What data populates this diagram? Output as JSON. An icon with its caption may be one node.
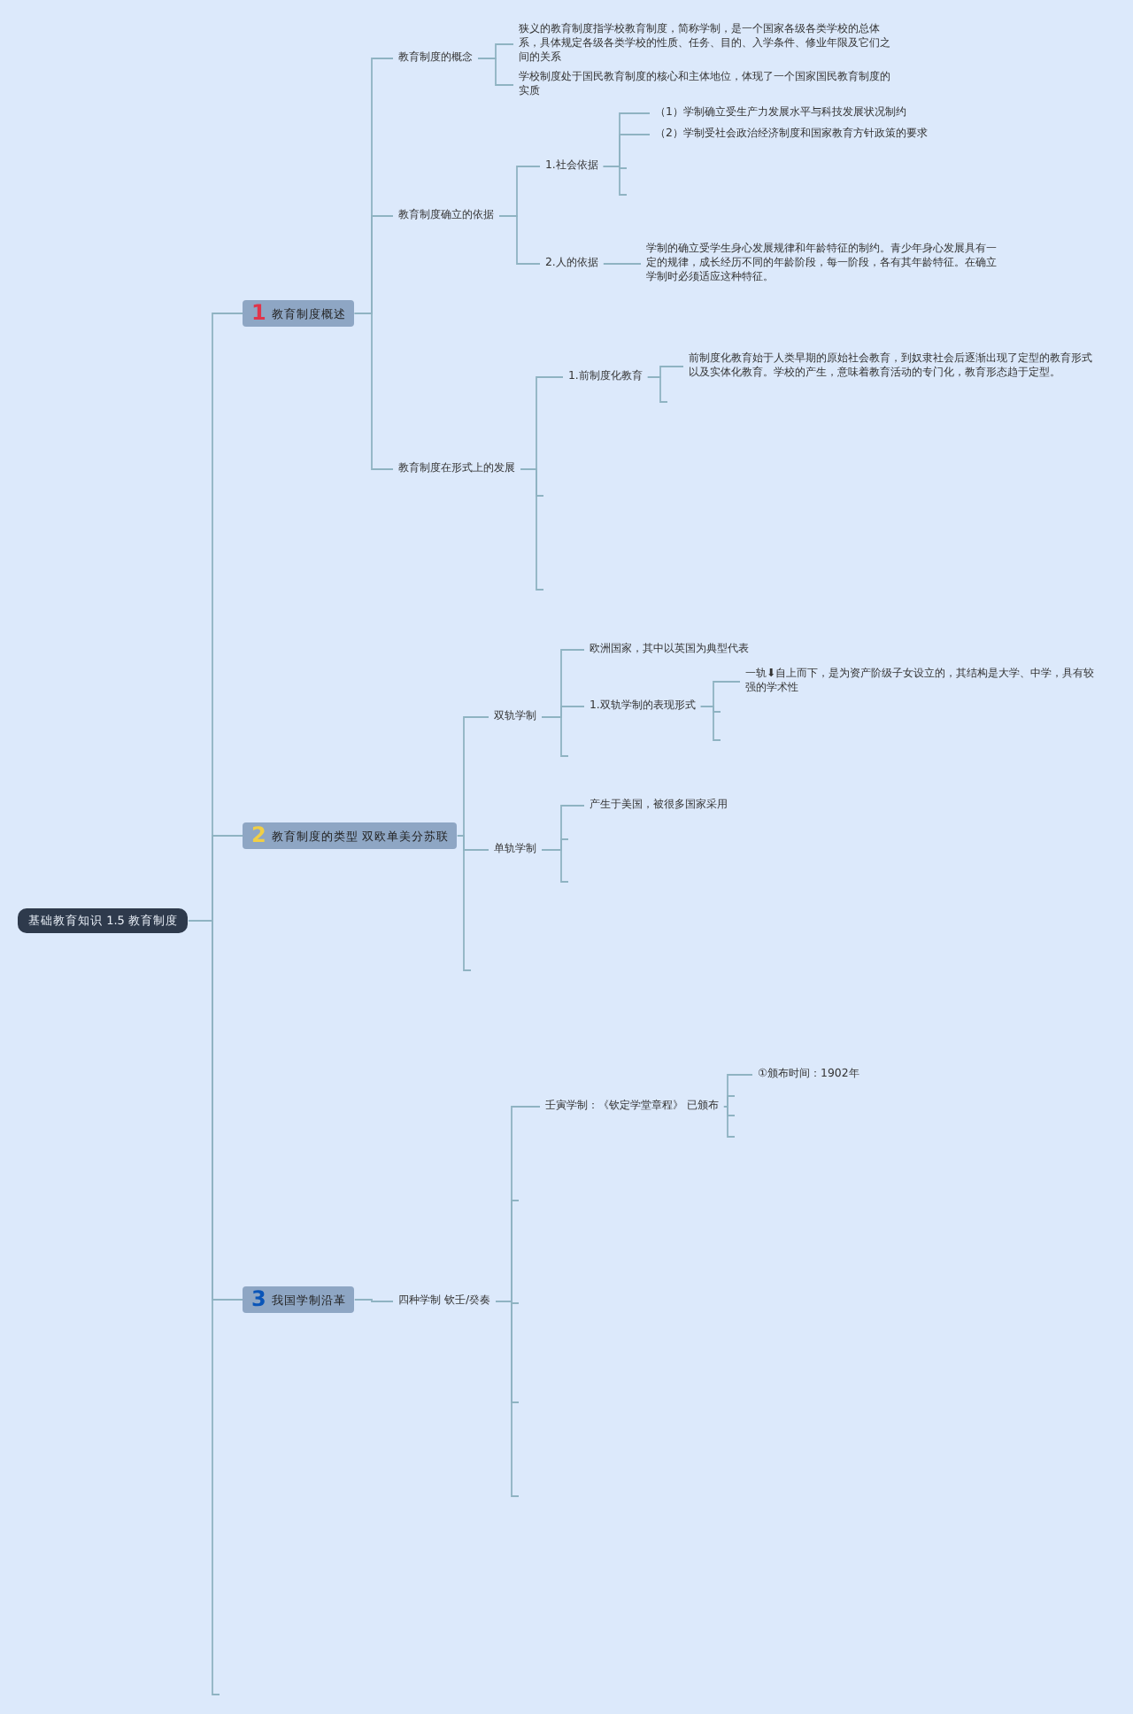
{
  "diagram": {
    "nodes": [
      {
        "text": [
          "基础教育知识 1.5 教育制度"
        ]
      },
      {
        "text": [
          "1",
          "教育制度概述"
        ]
      },
      {
        "text": [
          "教育制度的概念"
        ]
      },
      {
        "text": [
          "狭义的教育制度指学校教育制度，简称学制，是一个国家各级各类学校的总体系，具体规定各级各类学校的性质、任务、目的、入学条件、修业年限及它们之间的关系"
        ]
      },
      {
        "text": [
          "学校制度处于国民教育制度的核心和主体地位，体现了一个国家国民教育制度的实质"
        ]
      },
      {
        "text": [
          "教育制度确立的依据"
        ]
      },
      {
        "text": [
          "1.社会依据"
        ]
      },
      {
        "text": [
          "（1）学制确立受生产力发展水平与科技发展状况制约"
        ]
      },
      {
        "text": [
          "（2）学制受社会政治经济制度和国家教育方针政策的要求"
        ]
      },
      {
        "text": [
          "2.人的依据"
        ]
      },
      {
        "text": [
          "学制的确立受学生身心发展规律和年龄特征的制约。青少年身心发展具有一定的规律，成长经历不同的年龄阶段，每一阶段，各有其年龄特征。在确立学制时必须适应这种特征。"
        ]
      },
      {
        "text": [
          "教育制度在形式上的发展"
        ]
      },
      {
        "text": [
          "1.前制度化教育"
        ]
      },
      {
        "text": [
          "前制度化教育始于人类早期的原始社会教育，到奴隶社会后逐渐出现了定型的教育形式以及实体化教育。学校的产生，意味着教育活动的专门化，教育形态趋于定型。"
        ]
      },
      {
        "text": [
          "2",
          "教育制度的类型 双欧单美分苏联"
        ]
      },
      {
        "text": [
          "双轨学制"
        ]
      },
      {
        "text": [
          "欧洲国家，其中以英国为典型代表"
        ]
      },
      {
        "text": [
          "1.双轨学制的表现形式"
        ]
      },
      {
        "text": [
          "一轨⬇自上而下，是为资产阶级子女设立的，其结构是大学、中学，具有较强的学术性"
        ]
      },
      {
        "text": [
          "单轨学制"
        ]
      },
      {
        "text": [
          "产生于美国，被很多国家采用"
        ]
      },
      {
        "text": [
          "3",
          "我国学制沿革"
        ]
      },
      {
        "text": [
          "四种学制 钦壬/癸奏"
        ]
      },
      {
        "text": [
          "壬寅学制：《钦定学堂章程》 已颁布"
        ]
      },
      {
        "text": [
          "①颁布时间：1902年"
        ]
      }
    ],
    "edges": [
      {
        "from": 0,
        "to": 1,
        "arrow": "none"
      },
      {
        "from": 0,
        "to": 14,
        "arrow": "none"
      },
      {
        "from": 0,
        "to": 21,
        "arrow": "none"
      },
      {
        "from": 0,
        "to": null,
        "arrow": "none"
      },
      {
        "from": 1,
        "to": 2,
        "arrow": "none"
      },
      {
        "from": 1,
        "to": 5,
        "arrow": "none"
      },
      {
        "from": 1,
        "to": 11,
        "arrow": "none"
      },
      {
        "from": 2,
        "to": 3,
        "arrow": "none"
      },
      {
        "from": 2,
        "to": 4,
        "arrow": "none"
      },
      {
        "from": 5,
        "to": 6,
        "arrow": "none"
      },
      {
        "from": 5,
        "to": 9,
        "arrow": "none"
      },
      {
        "from": 6,
        "to": 7,
        "arrow": "none"
      },
      {
        "from": 6,
        "to": 8,
        "arrow": "none"
      },
      {
        "from": 6,
        "to": null,
        "arrow": "none"
      },
      {
        "from": 6,
        "to": null,
        "arrow": "none"
      },
      {
        "from": 9,
        "to": 10,
        "arrow": "none"
      },
      {
        "from": 11,
        "to": 12,
        "arrow": "none"
      },
      {
        "from": 11,
        "to": null,
        "arrow": "none"
      },
      {
        "from": 11,
        "to": null,
        "arrow": "none"
      },
      {
        "from": 12,
        "to": 13,
        "arrow": "none"
      },
      {
        "from": 12,
        "to": null,
        "arrow": "none"
      },
      {
        "from": 14,
        "to": 15,
        "arrow": "none"
      },
      {
        "from": 14,
        "to": 19,
        "arrow": "none"
      },
      {
        "from": 14,
        "to": null,
        "arrow": "none"
      },
      {
        "from": 15,
        "to": 16,
        "arrow": "none"
      },
      {
        "from": 15,
        "to": 17,
        "arrow": "none"
      },
      {
        "from": 15,
        "to": null,
        "arrow": "none"
      },
      {
        "from": 17,
        "to": 18,
        "arrow": "none"
      },
      {
        "from": 17,
        "to": null,
        "arrow": "none"
      },
      {
        "from": 17,
        "to": null,
        "arrow": "none"
      },
      {
        "from": 19,
        "to": 20,
        "arrow": "none"
      },
      {
        "from": 19,
        "to": null,
        "arrow": "none"
      },
      {
        "from": 19,
        "to": null,
        "arrow": "none"
      },
      {
        "from": 21,
        "to": 22,
        "arrow": "none"
      },
      {
        "from": 22,
        "to": 23,
        "arrow": "none"
      },
      {
        "from": 22,
        "to": null,
        "arrow": "none"
      },
      {
        "from": 22,
        "to": null,
        "arrow": "none"
      },
      {
        "from": 22,
        "to": null,
        "arrow": "none"
      },
      {
        "from": 22,
        "to": null,
        "arrow": "none"
      },
      {
        "from": 23,
        "to": 24,
        "arrow": "none"
      },
      {
        "from": 23,
        "to": null,
        "arrow": "none"
      },
      {
        "from": 23,
        "to": null,
        "arrow": "none"
      },
      {
        "from": 23,
        "to": null,
        "arrow": "none"
      }
    ]
  }
}
